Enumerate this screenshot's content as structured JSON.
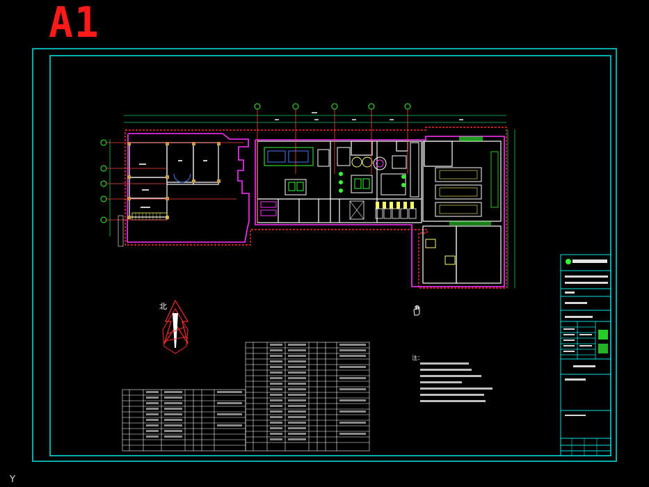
{
  "sheet": {
    "title": "A1",
    "axis_indicator": "Y",
    "north_label": "北"
  },
  "colors": {
    "background": "#000000",
    "frame": "#00e5e5",
    "wall": "#ff2a2a",
    "boundary": "#ff33ff",
    "equipment_green": "#33ff33",
    "equipment_white": "#ffffff",
    "dimension": "#00cc66"
  },
  "notes": {
    "heading": "注："
  }
}
